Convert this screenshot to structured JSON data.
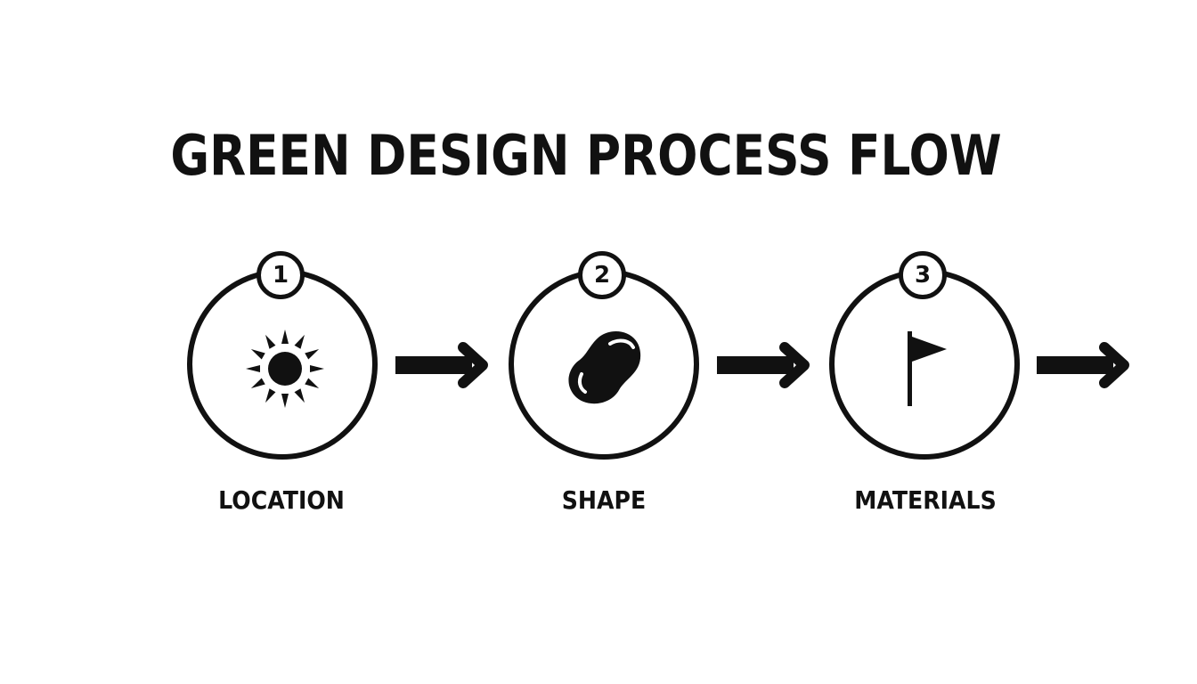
{
  "title": "GREEN DESIGN PROCESS FLOW",
  "steps": [
    {
      "number": "1",
      "label": "LOCATION",
      "icon": "sun-icon"
    },
    {
      "number": "2",
      "label": "SHAPE",
      "icon": "bean-shape-icon"
    },
    {
      "number": "3",
      "label": "MATERIALS",
      "icon": "flag-icon"
    }
  ],
  "colors": {
    "ink": "#111111",
    "background": "#ffffff"
  }
}
